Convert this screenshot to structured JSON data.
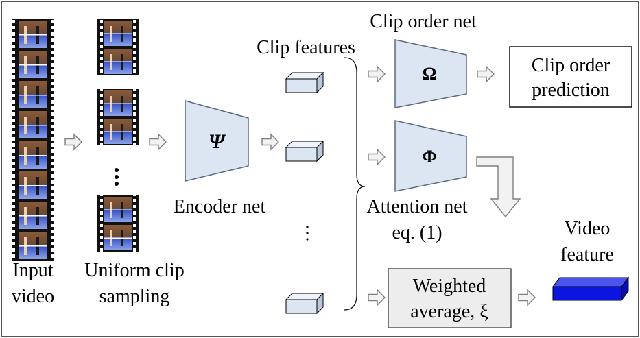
{
  "labels": {
    "input_video_line1": "Input",
    "input_video_line2": "video",
    "uniform_line1": "Uniform clip",
    "uniform_line2": "sampling",
    "encoder_net": "Encoder net",
    "psi": "Ψ",
    "clip_features": "Clip features",
    "clip_order_net": "Clip order net",
    "omega": "Ω",
    "phi": "Φ",
    "clip_order_pred_line1": "Clip order",
    "clip_order_pred_line2": "prediction",
    "attention_net_line1": "Attention net",
    "attention_net_line2": "eq. (1)",
    "weighted_line1": "Weighted",
    "weighted_line2": "average, ξ",
    "video_feature_line1": "Video",
    "video_feature_line2": "feature"
  },
  "colors": {
    "net_fill": "#dce6f2",
    "net_stroke": "#5a6b80",
    "box_gray": "#ededed",
    "video_feature_blue": "#0a16e0",
    "arrow_fill": "#f2f2f2",
    "arrow_stroke": "#7f7f7f"
  }
}
